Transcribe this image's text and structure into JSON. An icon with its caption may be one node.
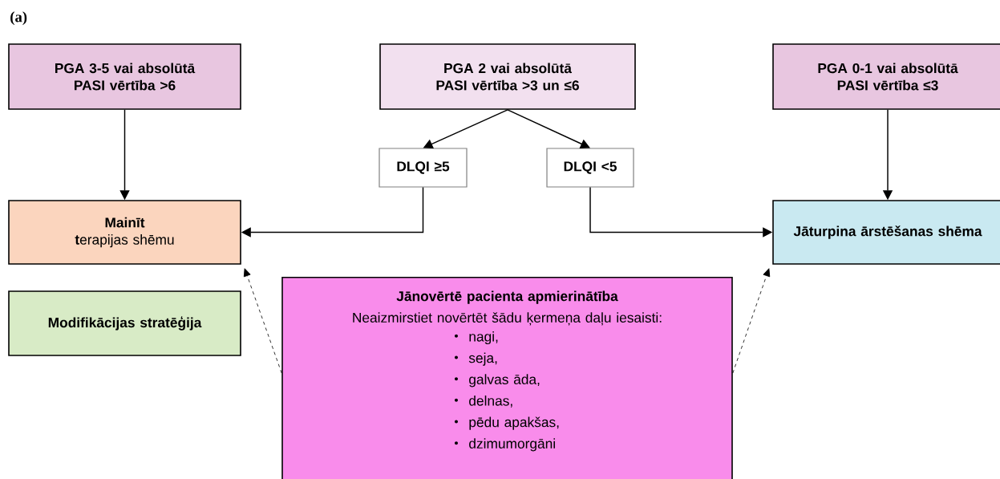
{
  "diagram": {
    "title": "(a)",
    "nodes": [
      {
        "text": [
          "PGA 3-5 vai absolūtā PASI vērtība >6"
        ]
      },
      {
        "text": [
          "PGA 2 vai absolūtā PASI vērtība >3 un ≤6"
        ]
      },
      {
        "text": [
          "PGA 0-1 vai absolūtā PASI vērtība ≤3"
        ]
      },
      {
        "text": [
          "DLQI ≥5"
        ]
      },
      {
        "text": [
          "DLQI <5"
        ]
      },
      {
        "text": [
          "Mainīt",
          "**t**erapijas shēmu"
        ]
      },
      {
        "text": [
          "Jāturpina ārstēšanas shēma"
        ]
      },
      {
        "text": [
          "Modifikācijas stratēģija"
        ]
      },
      {
        "text": [
          "Jānovērtē pacienta apmierinātība",
          "Neaizmirstiet novērtēt šādu ķermeņa daļu iesaisti:",
          "nagi,",
          "seja,",
          "galvas āda,",
          "delnas,",
          "pēdu apakšas,",
          "dzimumorgāni"
        ]
      }
    ],
    "edges": [
      {
        "from": 0,
        "to": 5,
        "arrow": "to"
      },
      {
        "from": 1,
        "to": 3,
        "arrow": "to"
      },
      {
        "from": 1,
        "to": 4,
        "arrow": "to"
      },
      {
        "from": 3,
        "to": 5,
        "arrow": "to"
      },
      {
        "from": 4,
        "to": 6,
        "arrow": "to"
      },
      {
        "from": 2,
        "to": 6,
        "arrow": "to"
      },
      {
        "from": 8,
        "to": 5,
        "arrow": "to",
        "style": "dashed"
      },
      {
        "from": 8,
        "to": 6,
        "arrow": "to",
        "style": "dashed"
      }
    ]
  }
}
